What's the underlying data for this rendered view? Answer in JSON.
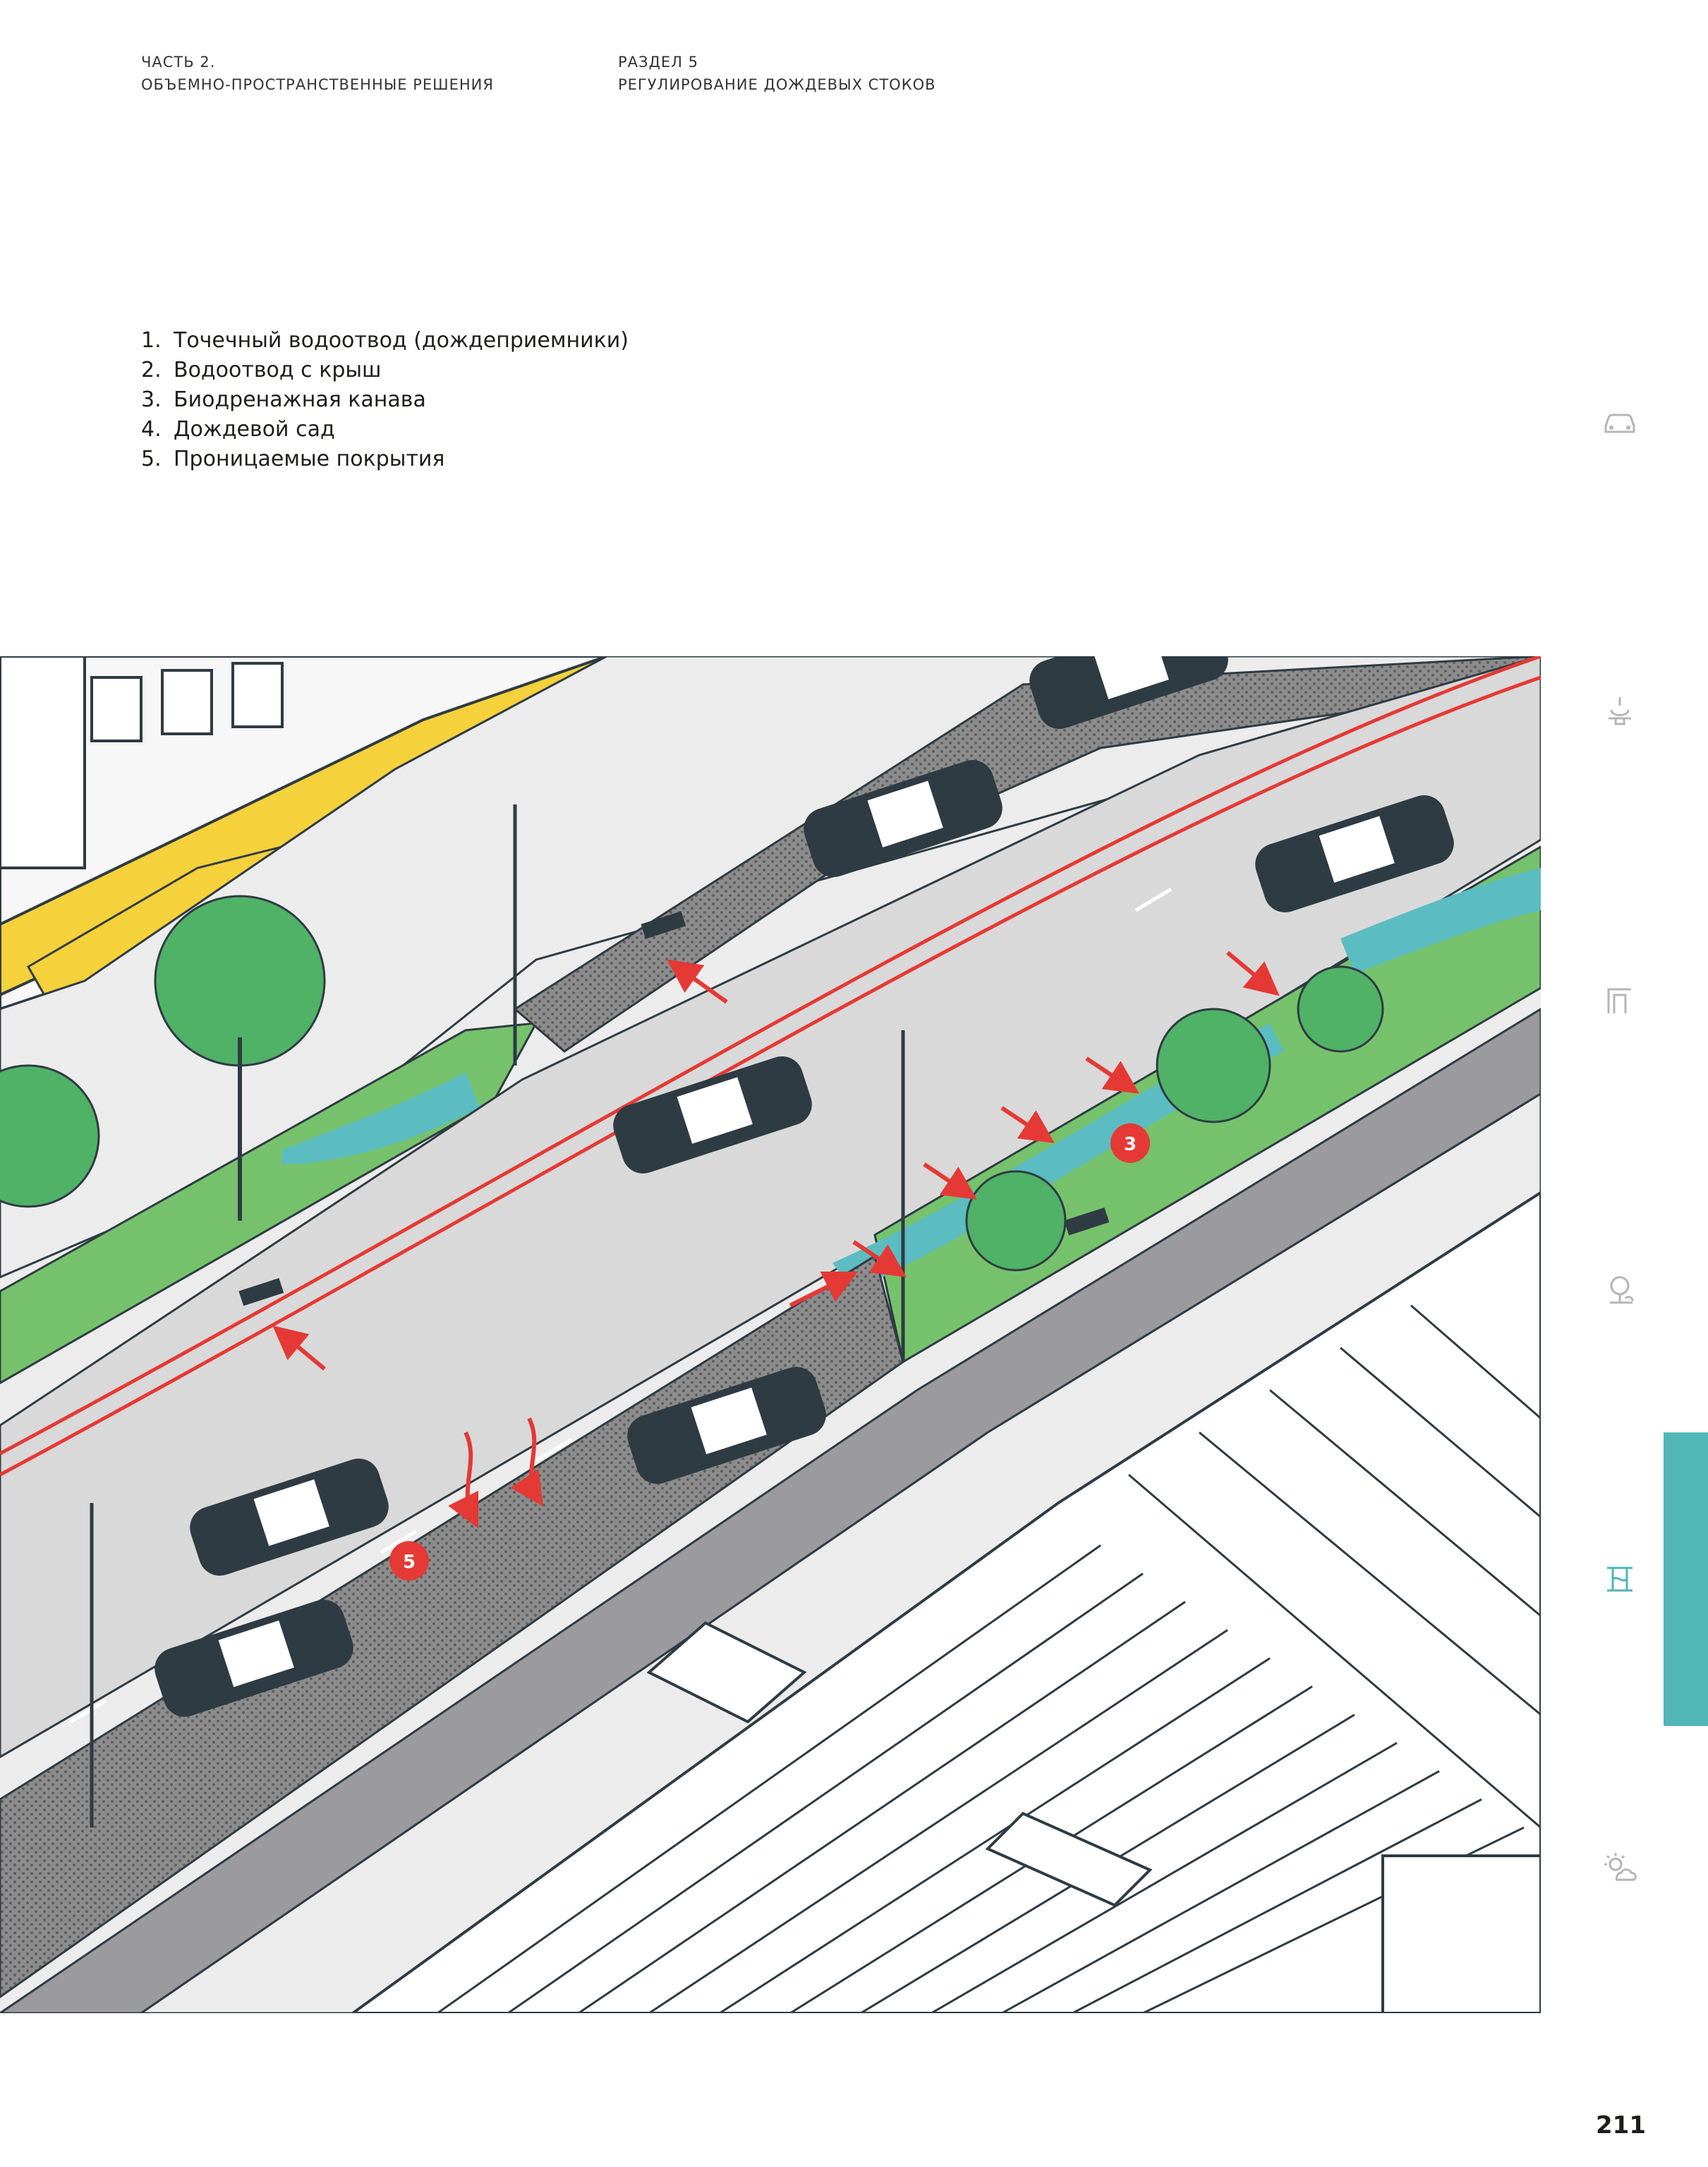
{
  "header": {
    "left": {
      "line1": "ЧАСТЬ 2.",
      "line2": "ОБЪЕМНО-ПРОСТРАНСТВЕННЫЕ РЕШЕНИЯ"
    },
    "right": {
      "line1": "РАЗДЕЛ 5",
      "line2": "РЕГУЛИРОВАНИЕ ДОЖДЕВЫХ СТОКОВ"
    }
  },
  "legend": [
    {
      "num": "1.",
      "label": "Точечный водоотвод (дождеприемники)"
    },
    {
      "num": "2.",
      "label": "Водоотвод с крыш"
    },
    {
      "num": "3.",
      "label": "Биодренажная канава"
    },
    {
      "num": "4.",
      "label": "Дождевой сад"
    },
    {
      "num": "5.",
      "label": "Проницаемые покрытия"
    }
  ],
  "illustration": {
    "markers": [
      {
        "label": "3"
      },
      {
        "label": "5"
      }
    ]
  },
  "side_nav": {
    "icons": [
      "car-icon",
      "hydrant-icon",
      "building-icon",
      "tree-icon",
      "water-drainage-icon",
      "sun-cloud-icon"
    ],
    "active": "water-drainage-icon",
    "accent_color": "#52b5b6",
    "icon_color": "#b5b5b5"
  },
  "page_number": "211",
  "colors": {
    "road": "#d9d9d9",
    "sidewalk": "#ececec",
    "bikelane": "#9b9a9e",
    "permeable": "#8c8c8c",
    "grass": "#76c26c",
    "water": "#5bbcc1",
    "trees": "#4fb267",
    "car": "#2f3b43",
    "arrow": "#e53935",
    "yellow": "#f5d13b"
  }
}
